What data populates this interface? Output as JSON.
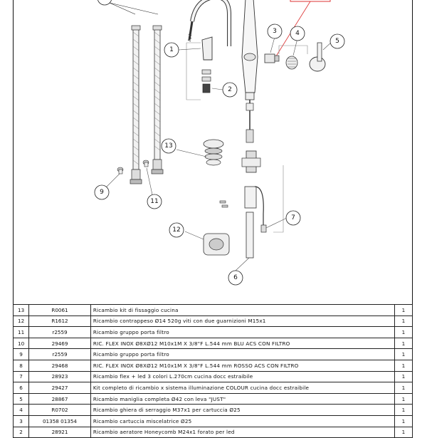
{
  "callouts": [
    "1",
    "2",
    "3",
    "4",
    "5",
    "6",
    "7",
    "9",
    "11",
    "12",
    "13"
  ],
  "parts": [
    {
      "pos": "13",
      "code": "R0061",
      "desc": "Ricambio  kit  di  fissaggio  cucina",
      "qty": "1"
    },
    {
      "pos": "12",
      "code": "R1612",
      "desc": "Ricambio  contrappeso  Ø14  520g  viti  con  due  guarnizioni  M15x1",
      "qty": "1"
    },
    {
      "pos": "11",
      "code": "r2559",
      "desc": "Ricambio  gruppo  porta  filtro",
      "qty": "1"
    },
    {
      "pos": "10",
      "code": "29469",
      "desc": "RIC.  FLEX  INOX  Ø8XØ12  M10x1M  X  3/8\"F  L.544  mm  BLU  ACS  CON  FILTRO",
      "qty": "1"
    },
    {
      "pos": "9",
      "code": "r2559",
      "desc": "Ricambio  gruppo  porta  filtro",
      "qty": "1"
    },
    {
      "pos": "8",
      "code": "29468",
      "desc": "RIC.  FLEX  INOX  Ø8XØ12  M10x1M  X  3/8\"F  L.544  mm  ROSSO  ACS  CON  FILTRO",
      "qty": "1"
    },
    {
      "pos": "7",
      "code": "28923",
      "desc": "Ricambio  flex  +  led  3  colori  L.270cm  cucina  docc  estraibile",
      "qty": "1"
    },
    {
      "pos": "6",
      "code": "29427",
      "desc": "Kit  completo  di  ricambio  x  sistema  illuminazione  COLOUR  cucina  docc  estraibile",
      "qty": "1"
    },
    {
      "pos": "5",
      "code": "28867",
      "desc": "Ricambio  maniglia  completa  Ø42  con  leva  \"JUST\"",
      "qty": "1"
    },
    {
      "pos": "4",
      "code": "R0702",
      "desc": "Ricambio  ghiera  di  serraggio  M37x1  per  cartuccia  Ø25",
      "qty": "1"
    },
    {
      "pos": "3",
      "code": "01358   01354",
      "desc": "Ricambio  cartuccia  miscelatrice  Ø25",
      "qty": "1"
    },
    {
      "pos": "2",
      "code": "28921",
      "desc": "Ricambio  aeratore  Honeycomb  M24x1  forato  per  led",
      "qty": "1"
    }
  ]
}
